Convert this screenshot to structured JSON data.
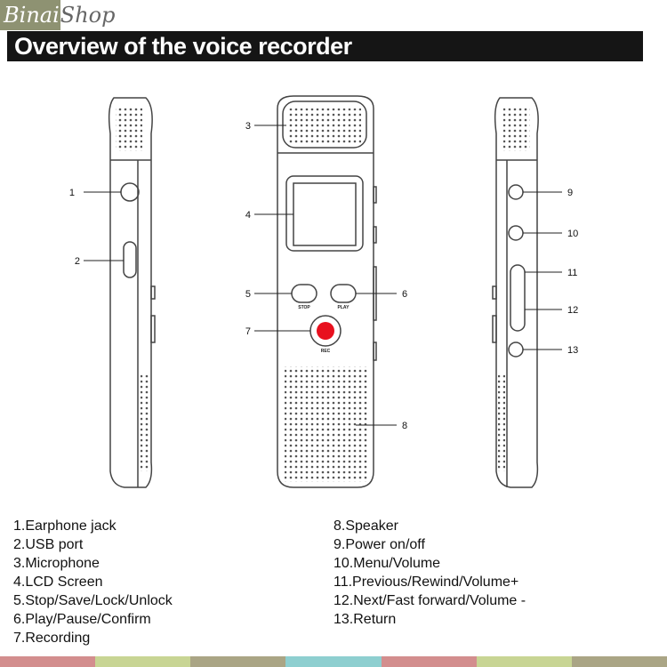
{
  "logo": {
    "part1": "Binai",
    "part2": "Shop"
  },
  "title": "Overview of the voice recorder",
  "device": {
    "stop_label": "STOP",
    "play_label": "PLAY",
    "rec_label": "REC"
  },
  "callouts": [
    "1",
    "2",
    "3",
    "4",
    "5",
    "6",
    "7",
    "8",
    "9",
    "10",
    "11",
    "12",
    "13"
  ],
  "legend_left": [
    "1.Earphone jack",
    "2.USB port",
    "3.Microphone",
    "4.LCD Screen",
    "5.Stop/Save/Lock/Unlock",
    "6.Play/Pause/Confirm",
    "7.Recording"
  ],
  "legend_right": [
    "8.Speaker",
    "9.Power on/off",
    "10.Menu/Volume",
    "11.Previous/Rewind/Volume+",
    "12.Next/Fast forward/Volume -",
    "13.Return"
  ],
  "colors": {
    "rec": "#e8101e",
    "stripes": [
      "#d38e8e",
      "#c8d594",
      "#aaa585",
      "#8ecfd0",
      "#d38e8e",
      "#c8d594",
      "#aaa585"
    ]
  }
}
